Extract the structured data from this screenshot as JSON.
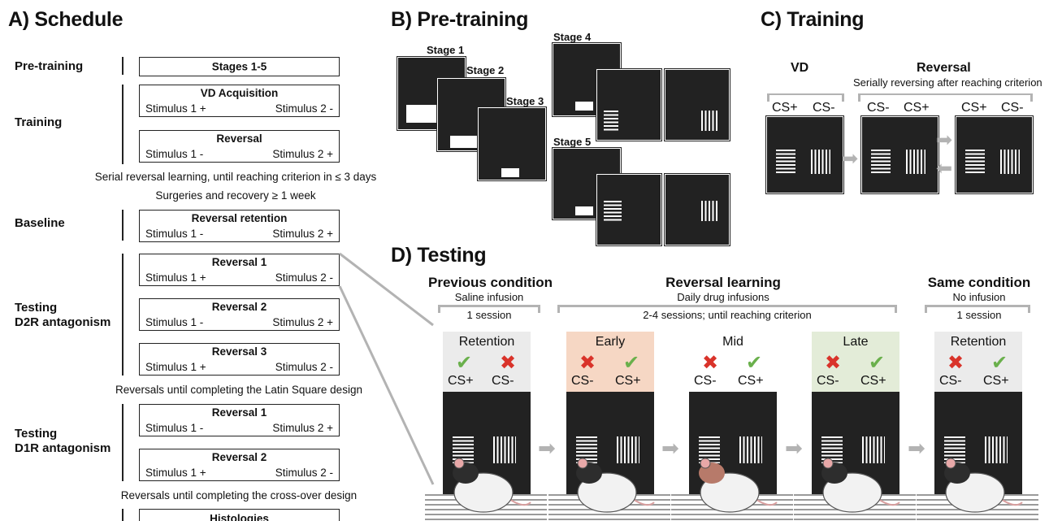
{
  "panels": {
    "a_title": "A) Schedule",
    "b_title": "B) Pre-training",
    "c_title": "C) Training",
    "d_title": "D) Testing"
  },
  "schedule": {
    "pretraining_label": "Pre-training",
    "pretraining_box": "Stages 1-5",
    "training_label": "Training",
    "vd_box": {
      "title": "VD Acquisition",
      "left": "Stimulus 1 +",
      "right": "Stimulus 2 -"
    },
    "training_reversal_box": {
      "title": "Reversal",
      "left": "Stimulus 1 -",
      "right": "Stimulus 2 +"
    },
    "note_serial": "Serial reversal learning, until reaching criterion in ≤ 3 days",
    "note_surgery": "Surgeries and recovery ≥ 1 week",
    "baseline_label": "Baseline",
    "retention_box": {
      "title": "Reversal retention",
      "left": "Stimulus 1 -",
      "right": "Stimulus 2 +"
    },
    "d2r_label_1": "Testing",
    "d2r_label_2": "D2R antagonism",
    "d2r_rev1": {
      "title": "Reversal 1",
      "left": "Stimulus 1 +",
      "right": "Stimulus 2 -"
    },
    "d2r_rev2": {
      "title": "Reversal 2",
      "left": "Stimulus 1 -",
      "right": "Stimulus 2 +"
    },
    "d2r_rev3": {
      "title": "Reversal 3",
      "left": "Stimulus 1 +",
      "right": "Stimulus 2 -"
    },
    "note_latin": "Reversals until completing the Latin Square design",
    "d1r_label_1": "Testing",
    "d1r_label_2": "D1R antagonism",
    "d1r_rev1": {
      "title": "Reversal 1",
      "left": "Stimulus 1 -",
      "right": "Stimulus 2 +"
    },
    "d1r_rev2": {
      "title": "Reversal 2",
      "left": "Stimulus 1 +",
      "right": "Stimulus 2 -"
    },
    "note_crossover": "Reversals until completing the cross-over design",
    "histology_box": "Histologies"
  },
  "pretraining": {
    "stage1": "Stage 1",
    "stage2": "Stage 2",
    "stage3": "Stage 3",
    "stage4": "Stage 4",
    "stage5": "Stage 5"
  },
  "training": {
    "vd_label": "VD",
    "reversal_label": "Reversal",
    "reversal_sub": "Serially reversing after reaching criterion",
    "screen1": {
      "left": "CS+",
      "right": "CS-"
    },
    "screen2": {
      "left": "CS-",
      "right": "CS+"
    },
    "screen3": {
      "left": "CS+",
      "right": "CS-"
    }
  },
  "testing": {
    "previous": {
      "title": "Previous condition",
      "sub": "Saline infusion",
      "sessions": "1 session"
    },
    "reversal": {
      "title": "Reversal learning",
      "sub": "Daily drug infusions",
      "sessions": "2-4 sessions; until reaching criterion"
    },
    "same": {
      "title": "Same condition",
      "sub": "No infusion",
      "sessions": "1 session"
    },
    "cards": [
      {
        "label": "Retention",
        "left": "CS+",
        "right": "CS-",
        "bg": "#ebebeb"
      },
      {
        "label": "Early",
        "left": "CS-",
        "right": "CS+",
        "bg": "#f6d7c4"
      },
      {
        "label": "Mid",
        "left": "CS-",
        "right": "CS+",
        "bg": "#ffffff"
      },
      {
        "label": "Late",
        "left": "CS-",
        "right": "CS+",
        "bg": "#e3ecd8"
      },
      {
        "label": "Retention",
        "left": "CS-",
        "right": "CS+",
        "bg": "#ebebeb"
      }
    ]
  }
}
